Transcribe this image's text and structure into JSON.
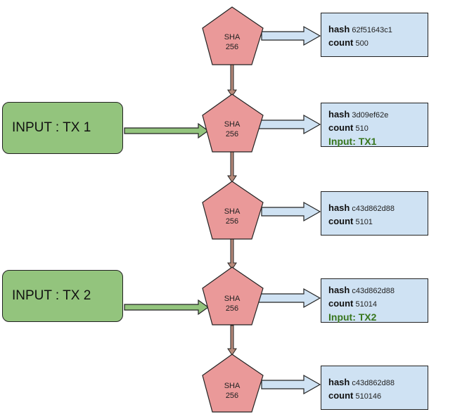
{
  "inputs": [
    {
      "label": "INPUT : TX 1"
    },
    {
      "label": "INPUT : TX 2"
    }
  ],
  "sha_nodes": [
    {
      "line1": "SHA",
      "line2": "256"
    },
    {
      "line1": "SHA",
      "line2": "256"
    },
    {
      "line1": "SHA",
      "line2": "256"
    },
    {
      "line1": "SHA",
      "line2": "256"
    },
    {
      "line1": "SHA",
      "line2": "256"
    }
  ],
  "results": [
    {
      "hash_key": "hash",
      "hash_value": "62f51643c1",
      "count_key": "count",
      "count_value": "500",
      "input": ""
    },
    {
      "hash_key": "hash",
      "hash_value": "3d09ef62e",
      "count_key": "count",
      "count_value": "510",
      "input": "Input: TX1"
    },
    {
      "hash_key": "hash",
      "hash_value": "c43d862d88",
      "count_key": "count",
      "count_value": "5101",
      "input": ""
    },
    {
      "hash_key": "hash",
      "hash_value": "c43d862d88",
      "count_key": "count",
      "count_value": "51014",
      "input": "Input: TX2"
    },
    {
      "hash_key": "hash",
      "hash_value": "c43d862d88",
      "count_key": "count",
      "count_value": "510146",
      "input": ""
    }
  ],
  "colors": {
    "pentagon_fill": "#ea9999",
    "result_fill": "#cfe2f3",
    "input_fill": "#93c47d",
    "arrow_blue_fill": "#cfe2f3",
    "arrow_green_fill": "#93c47d",
    "arrow_brown_fill": "#b88a7a"
  }
}
